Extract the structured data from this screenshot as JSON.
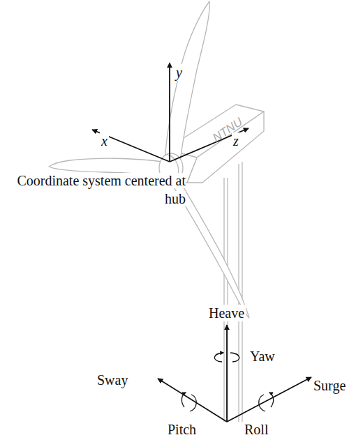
{
  "diagram": {
    "labels": [
      "y",
      "x",
      "z",
      "NTNU",
      "Coordinate system centered at hub",
      "Heave",
      "Yaw",
      "Sway",
      "Surge",
      "Pitch",
      "Roll"
    ]
  }
}
